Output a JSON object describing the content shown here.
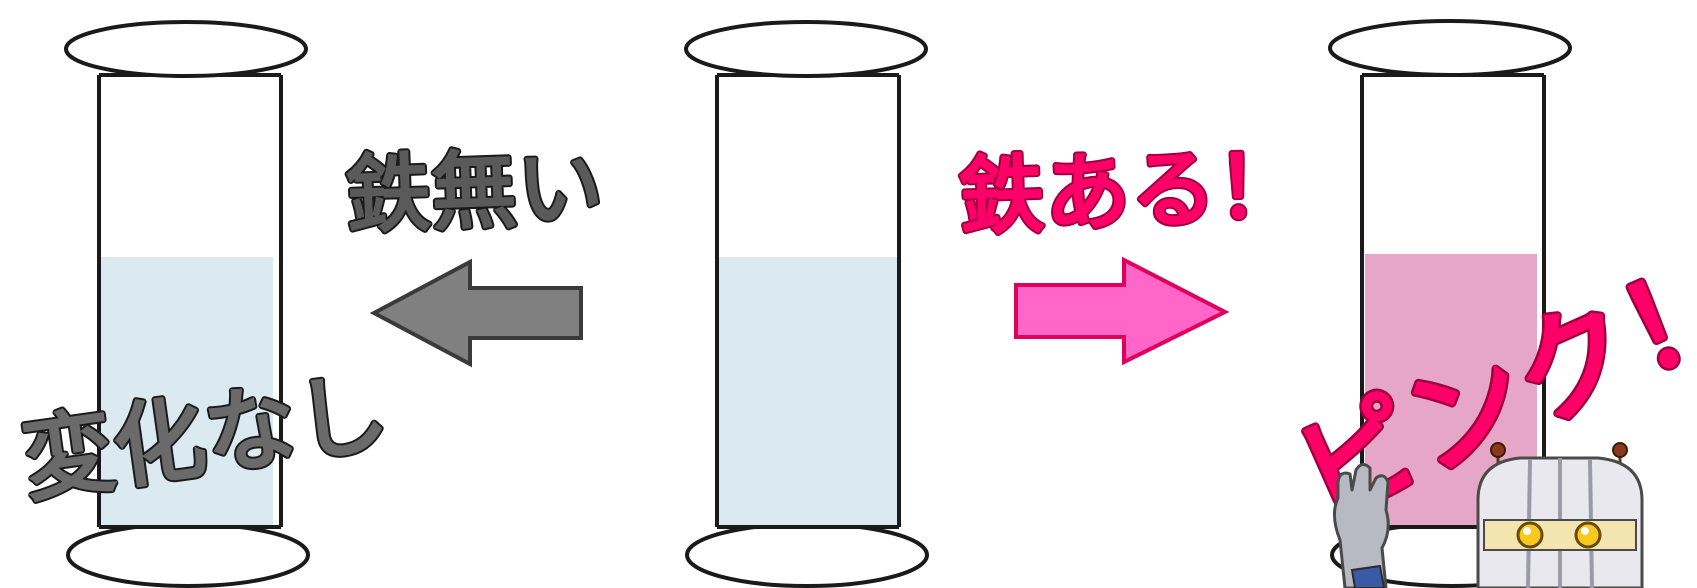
{
  "labels": {
    "no_iron": "鉄無い",
    "no_change": "変化なし",
    "has_iron": "鉄ある！",
    "pink": "ピンク！"
  },
  "colors": {
    "clear_liquid": "#daeaf0",
    "pink_liquid": "#e6a6c8",
    "gray_arrow": "#808080",
    "gray_text": "#5a5a5a",
    "pink_arrow": "#ff66c8",
    "pink_text": "#ff0068",
    "outline": "#1a1a1a"
  }
}
